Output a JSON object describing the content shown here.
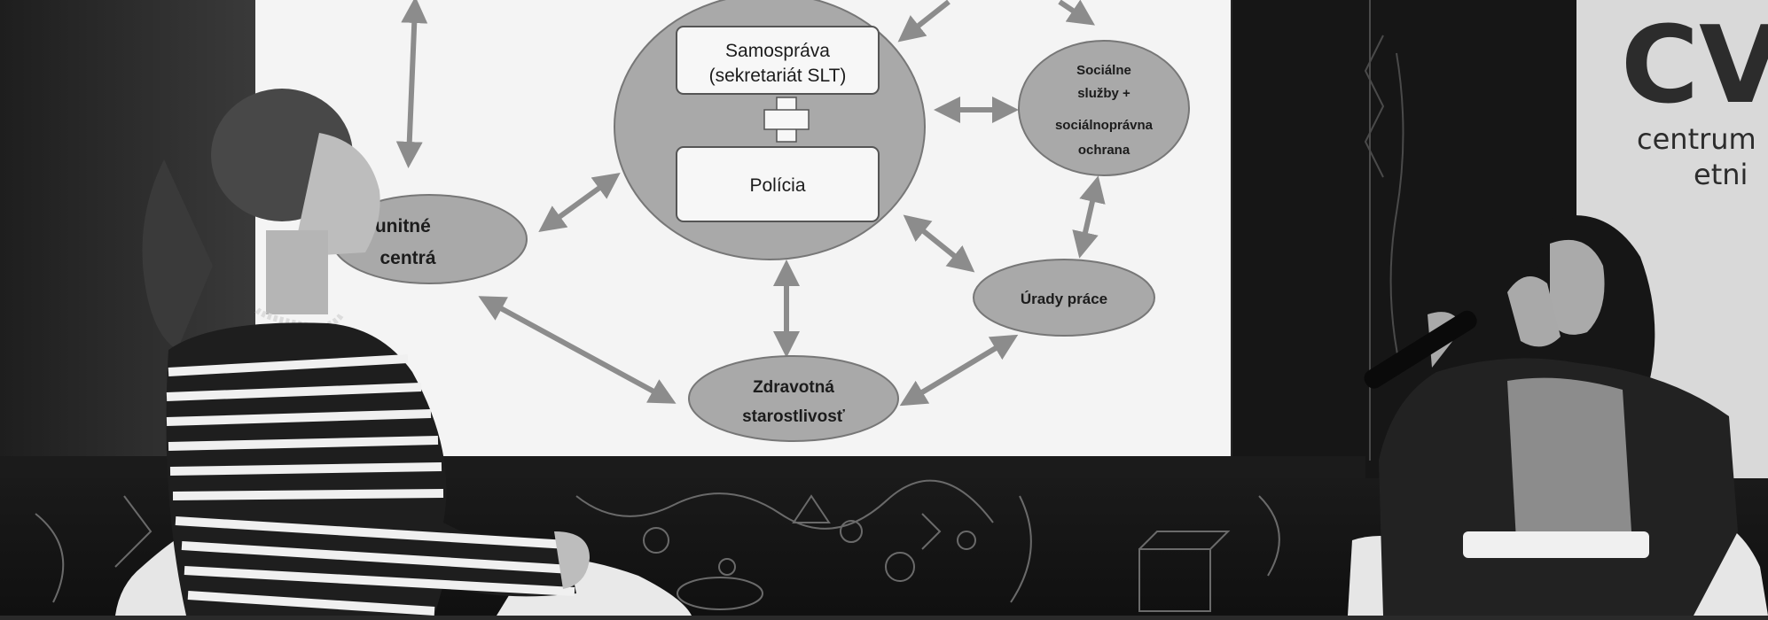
{
  "diagram": {
    "center_top": [
      "Samospráva",
      "(sekretariát SLT)"
    ],
    "center_bottom": "Polícia",
    "left_node": [
      "munitné",
      "centrá"
    ],
    "right_top_node": [
      "Sociálne",
      "služby +",
      "sociálnoprávna",
      "ochrana"
    ],
    "right_mid_node": "Úrady práce",
    "bottom_node": [
      "Zdravotná",
      "starostlivosť"
    ]
  },
  "banner": {
    "logo": "CV",
    "line1": "centrum",
    "line2": "etni"
  },
  "colors": {
    "screen": "#f4f4f4",
    "node_fill": "#a9a9a9",
    "box_fill": "#f7f7f7",
    "arrow": "#8c8c8c"
  }
}
